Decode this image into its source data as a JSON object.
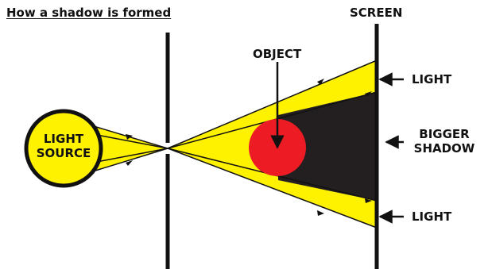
{
  "title": "How a shadow is formed",
  "labels": {
    "screen": "SCREEN",
    "object": "OBJECT",
    "light_top": "LIGHT",
    "light_bottom": "LIGHT",
    "bigger_shadow_line1": "BIGGER",
    "bigger_shadow_line2": "SHADOW",
    "light_source_line1": "LIGHT",
    "light_source_line2": "SOURCE"
  },
  "colors": {
    "light": "#fff200",
    "shadow": "#231f20",
    "object": "#ed1c24",
    "outline": "#111111",
    "background": "#ffffff"
  }
}
